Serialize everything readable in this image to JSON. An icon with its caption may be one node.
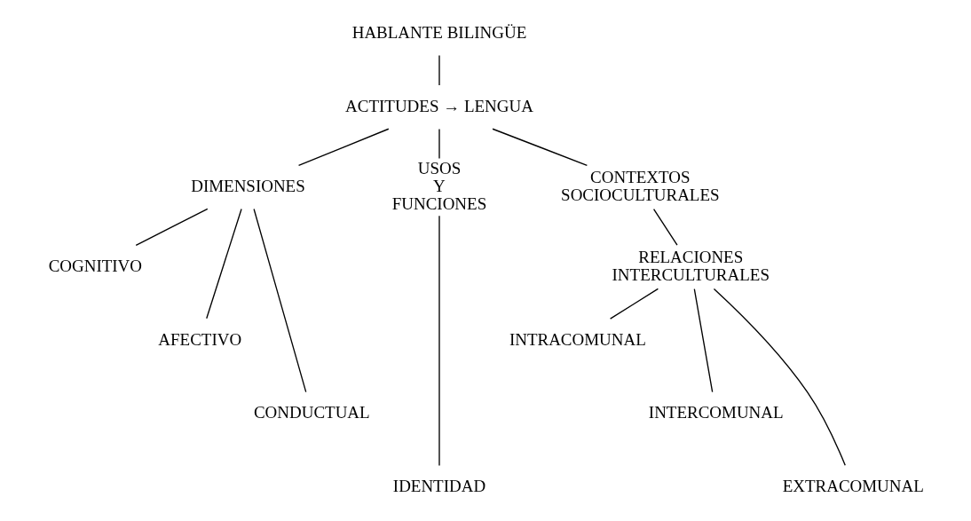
{
  "diagram": {
    "nodes": [
      {
        "text": [
          "HABLANTE BILINGÜE"
        ]
      },
      {
        "text": [
          "ACTITUDES → LENGUA"
        ]
      },
      {
        "text": [
          "DIMENSIONES"
        ]
      },
      {
        "text": [
          "USOS Y FUNCIONES"
        ]
      },
      {
        "text": [
          "CONTEXTOS SOCIOCULTURALES"
        ]
      },
      {
        "text": [
          "RELACIONES INTERCULTURALES"
        ]
      },
      {
        "text": [
          "COGNITIVO"
        ]
      },
      {
        "text": [
          "INTRACOMUNAL"
        ]
      },
      {
        "text": [
          "AFECTIVO"
        ]
      },
      {
        "text": [
          "INTERCOMUNAL"
        ]
      },
      {
        "text": [
          "CONDUCTUAL"
        ]
      },
      {
        "text": [
          "IDENTIDAD"
        ]
      },
      {
        "text": [
          "EXTRACOMUNAL"
        ]
      }
    ],
    "edges": [
      {
        "from": 0,
        "to": 1,
        "arrow": "none"
      },
      {
        "from": 1,
        "to": 2,
        "arrow": "none"
      },
      {
        "from": 1,
        "to": 3,
        "arrow": "none"
      },
      {
        "from": 1,
        "to": 4,
        "arrow": "none"
      },
      {
        "from": 2,
        "to": 6,
        "arrow": "none"
      },
      {
        "from": 2,
        "to": 8,
        "arrow": "none"
      },
      {
        "from": 2,
        "to": 10,
        "arrow": "none"
      },
      {
        "from": 3,
        "to": 11,
        "arrow": "none"
      },
      {
        "from": 4,
        "to": 5,
        "arrow": "none"
      },
      {
        "from": 5,
        "to": 7,
        "arrow": "none"
      },
      {
        "from": 5,
        "to": 9,
        "arrow": "none"
      },
      {
        "from": 5,
        "to": 12,
        "arrow": "none"
      }
    ]
  }
}
